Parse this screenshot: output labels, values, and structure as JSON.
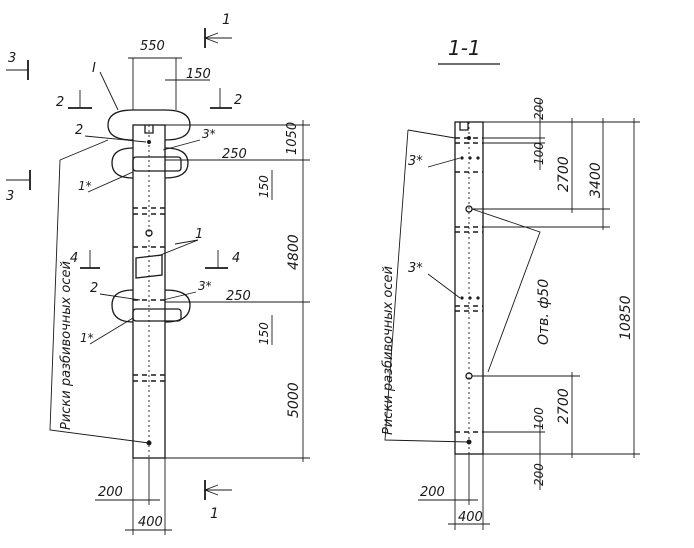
{
  "left_view": {
    "dim_top_width": "550",
    "dim_top_right": "150",
    "detail_I": "I",
    "mark_2": "2",
    "mark_3_star": "3*",
    "mark_1_star": "1*",
    "mark_1": "1",
    "mark_2_lower": "2",
    "mark_3_star_lower": "3*",
    "mark_1_star_lower": "1*",
    "dim_250_upper": "250",
    "dim_250_lower": "250",
    "dim_150_upper": "150",
    "dim_150_lower": "150",
    "dim_1050": "1050",
    "dim_4800": "4800",
    "dim_5000": "5000",
    "dim_200": "200",
    "dim_400": "400",
    "caption": "Риски разбивочных осей"
  },
  "section_marks": {
    "s1_top": "1",
    "s1_bottom": "1",
    "s2_left": "2",
    "s2_right": "2",
    "s3_top": "3",
    "s3_bottom": "3",
    "s4_left": "4",
    "s4_right": "4"
  },
  "right_view": {
    "title": "1-1",
    "mark_3_star_upper": "3*",
    "mark_3_star_lower": "3*",
    "dim_200_top": "200",
    "dim_100_top": "100",
    "dim_2700_top": "2700",
    "dim_3400": "3400",
    "dim_10850": "10850",
    "hole_note": "Отв. ф50",
    "dim_100_bottom": "100",
    "dim_2700_bottom": "2700",
    "dim_200_bottom": "200",
    "dim_200_base": "200",
    "dim_400_base": "400",
    "caption": "Риски разбивочных осей"
  }
}
